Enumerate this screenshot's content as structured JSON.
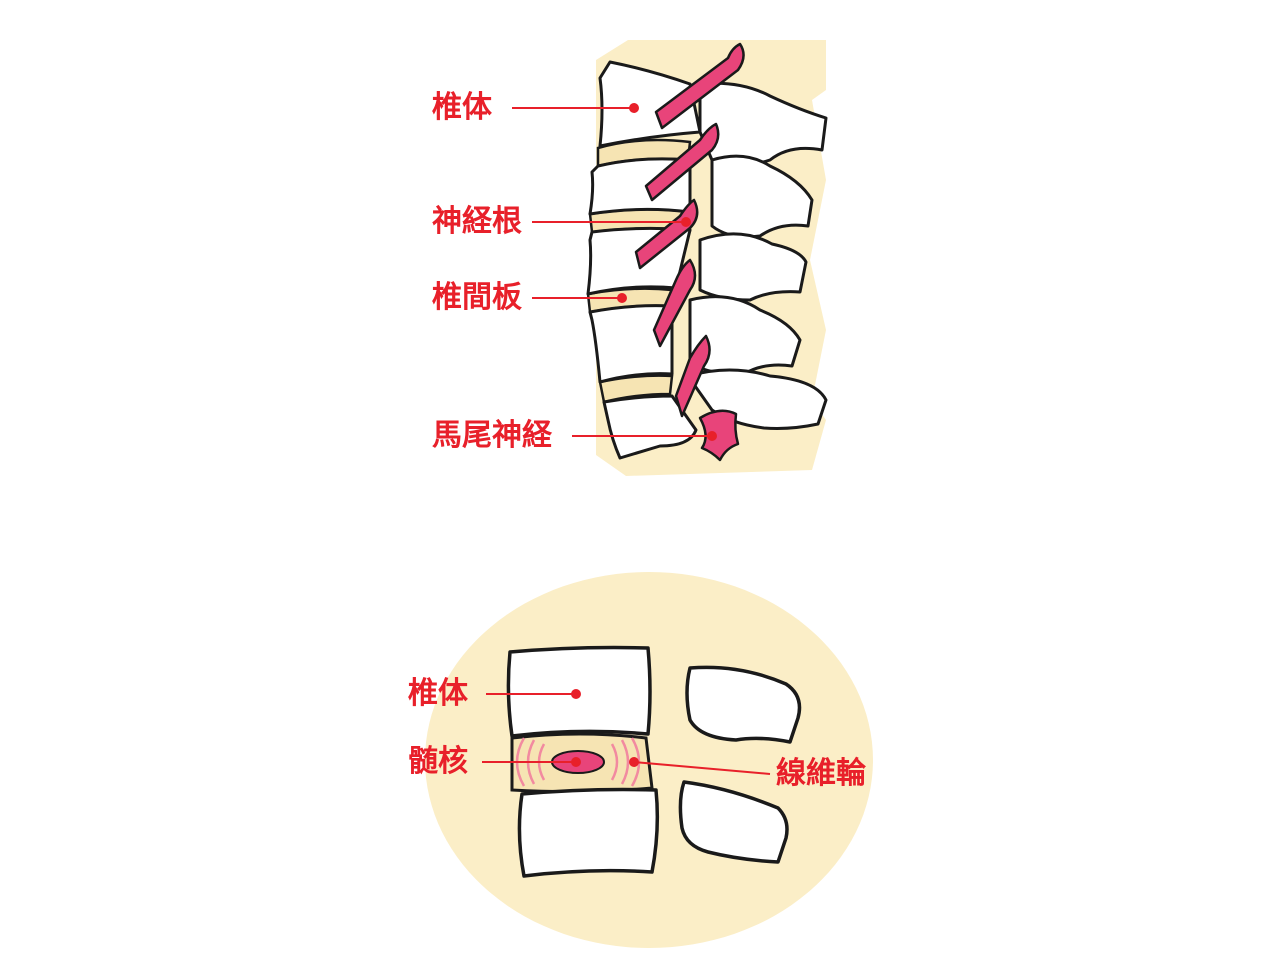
{
  "colors": {
    "label": "#e8202a",
    "nerve": "#e8447a",
    "bone": "#ffffff",
    "background_tissue": "#fbeec7",
    "disc": "#f6e4b3",
    "outline": "#1a1a1a"
  },
  "spine_side_view": {
    "labels": {
      "vertebral_body": "椎体",
      "nerve_root": "神経根",
      "intervertebral_disc": "椎間板",
      "cauda_equina": "馬尾神経"
    }
  },
  "disc_cross_section": {
    "labels": {
      "vertebral_body": "椎体",
      "nucleus_pulposus": "髄核",
      "annulus_fibrosus": "線維輪"
    }
  }
}
